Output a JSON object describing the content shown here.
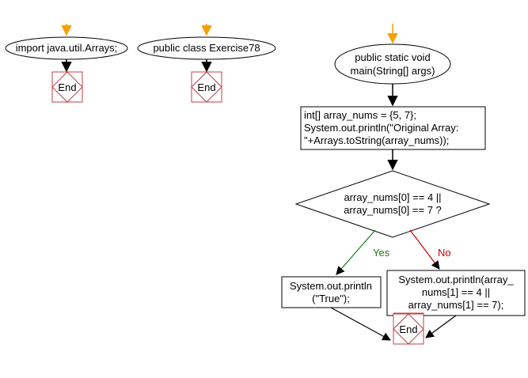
{
  "colors": {
    "start_arrow": "#f5a000",
    "end_stroke": "#c04040",
    "edge": "#000000",
    "yes": "#1a7a1a",
    "no": "#cc0000"
  },
  "nodes": {
    "import_stmt": "import java.util.Arrays;",
    "class_decl": "public class Exercise78",
    "main_method": [
      "public static void",
      "main(String[] args)"
    ],
    "init_block": [
      "int[] array_nums = {5, 7};",
      "System.out.println(\"Original Array:",
      "\"+Arrays.toString(array_nums));"
    ],
    "decision": [
      "array_nums[0] == 4 ||",
      "array_nums[0] == 7 ?"
    ],
    "print_true": [
      "System.out.println",
      "(\"True\");"
    ],
    "print_else": [
      "System.out.println(array_",
      "nums[1] == 4 ||",
      "array_nums[1] == 7);"
    ],
    "end_label": "End"
  },
  "edges": {
    "yes_label": "Yes",
    "no_label": "No"
  }
}
